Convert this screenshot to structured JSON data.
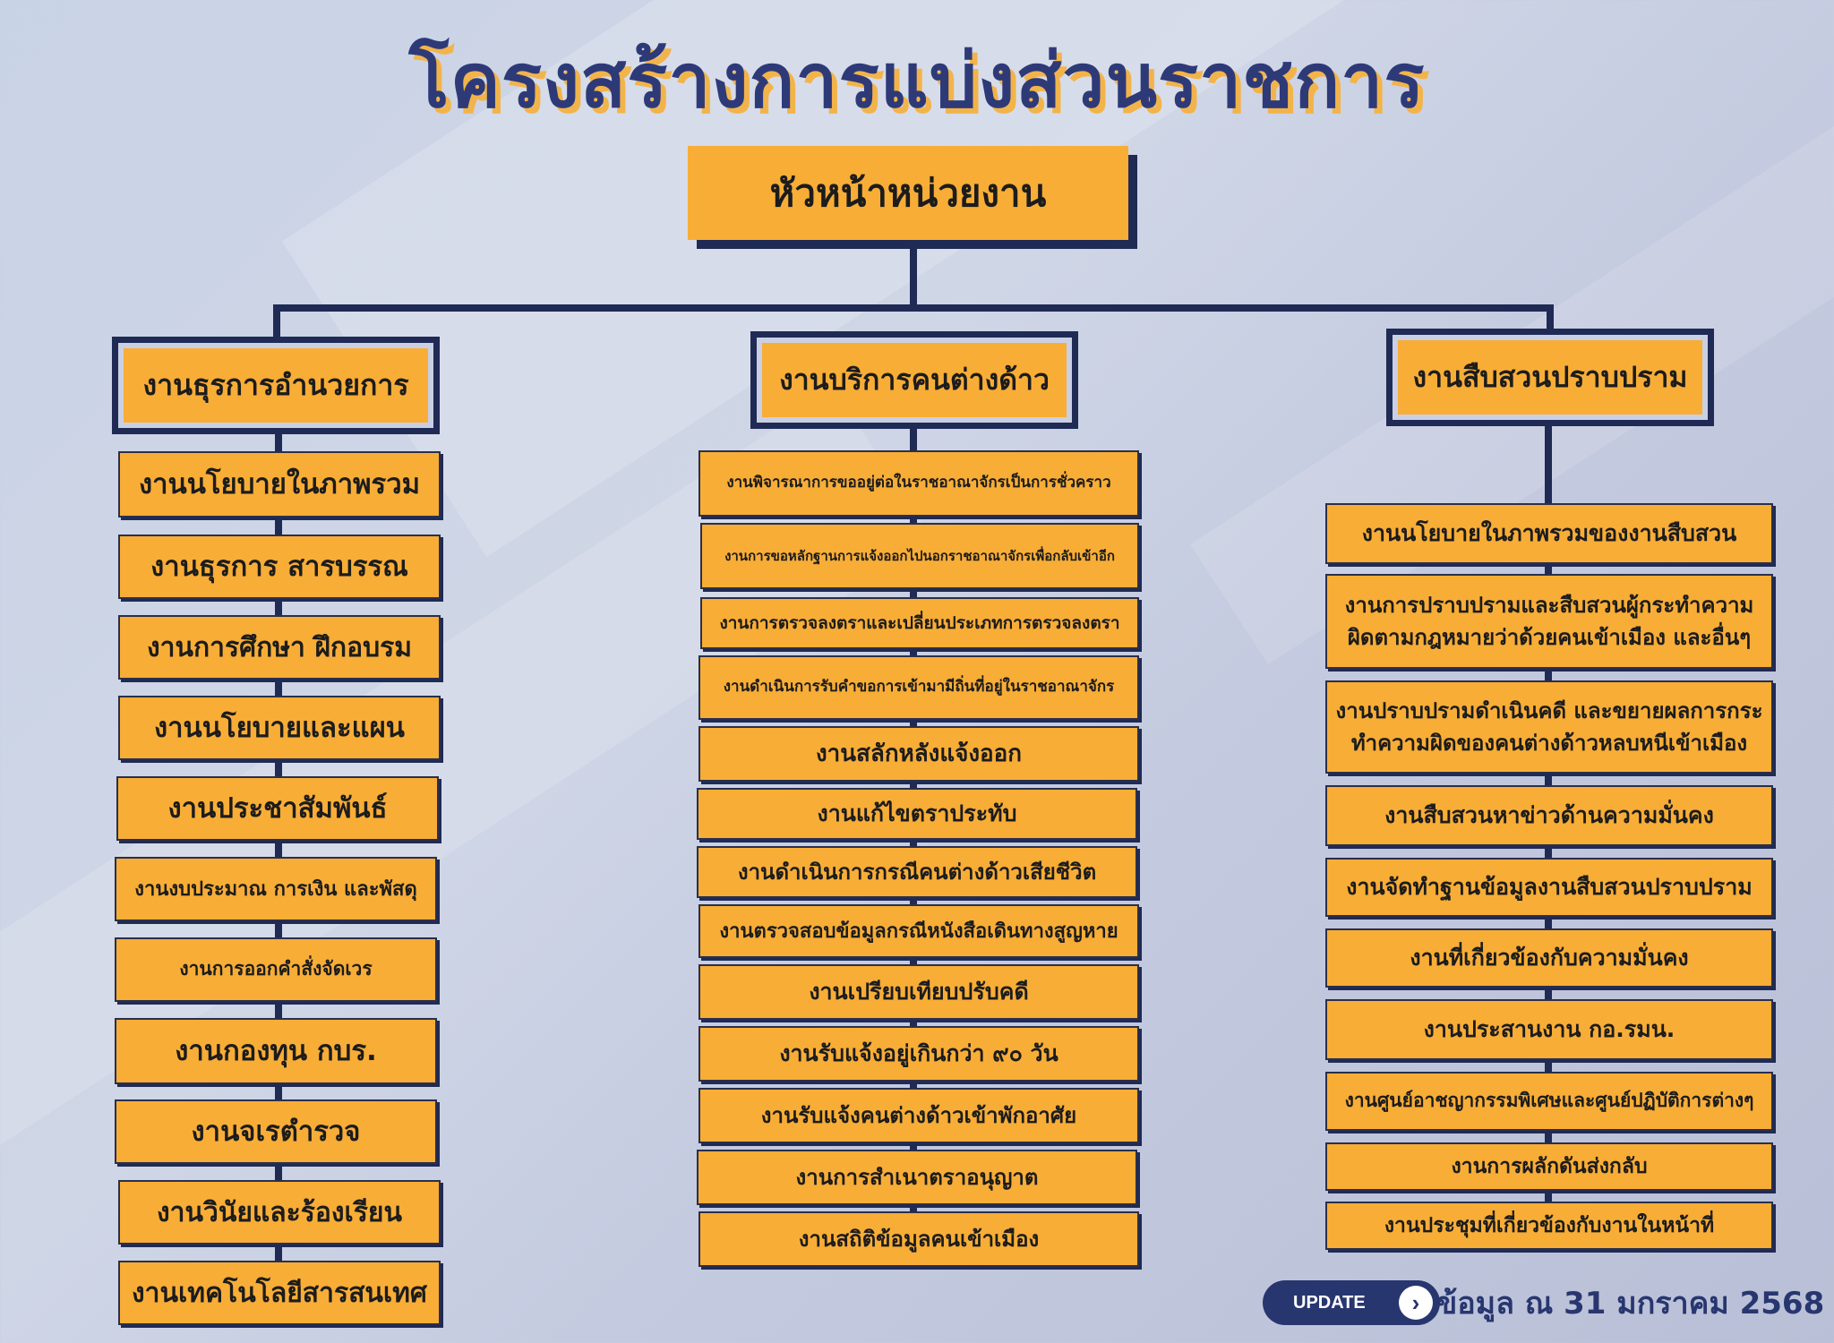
{
  "title": "โครงสร้างการแบ่งส่วนราชการ",
  "head": "หัวหน้าหน่วยงาน",
  "columns": [
    {
      "heading": "งานธุรการอำนวยการ",
      "items": [
        "งานนโยบายในภาพรวม",
        "งานธุรการ สารบรรณ",
        "งานการศึกษา ฝึกอบรม",
        "งานนโยบายและแผน",
        "งานประชาสัมพันธ์",
        "งานงบประมาณ การเงิน และพัสดุ",
        "งานการออกคำสั่งจัดเวร",
        "งานกองทุน กบร.",
        "งานจเรตำรวจ",
        "งานวินัยและร้องเรียน",
        "งานเทคโนโลยีสารสนเทศ"
      ]
    },
    {
      "heading": "งานบริการคนต่างด้าว",
      "items": [
        "งานพิจารณาการขออยู่ต่อในราชอาณาจักรเป็นการชั่วคราว",
        "งานการขอหลักฐานการแจ้งออกไปนอกราชอาณาจักรเพื่อกลับเข้าอีก",
        "งานการตรวจลงตราและเปลี่ยนประเภทการตรวจลงตรา",
        "งานดำเนินการรับคำขอการเข้ามามีถิ่นที่อยู่ในราชอาณาจักร",
        "งานสลักหลังแจ้งออก",
        "งานแก้ไขตราประทับ",
        "งานดำเนินการกรณีคนต่างด้าวเสียชีวิต",
        "งานตรวจสอบข้อมูลกรณีหนังสือเดินทางสูญหาย",
        "งานเปรียบเทียบปรับคดี",
        "งานรับแจ้งอยู่เกินกว่า ๙๐ วัน",
        "งานรับแจ้งคนต่างด้าวเข้าพักอาศัย",
        "งานการสำเนาตราอนุญาต",
        "งานสถิติข้อมูลคนเข้าเมือง"
      ]
    },
    {
      "heading": "งานสืบสวนปราบปราม",
      "items": [
        "งานนโยบายในภาพรวมของงานสืบสวน",
        "งานการปราบปรามและสืบสวนผู้กระทำความผิดตามกฎหมายว่าด้วยคนเข้าเมือง และอื่นๆ",
        "งานปราบปรามดำเนินคดี และขยายผลการกระทำความผิดของคนต่างด้าวหลบหนีเข้าเมือง",
        "งานสืบสวนหาข่าวด้านความมั่นคง",
        "งานจัดทำฐานข้อมูลงานสืบสวนปราบปราม",
        "งานที่เกี่ยวข้องกับความมั่นคง",
        "งานประสานงาน กอ.รมน.",
        "งานศูนย์อาชญากรรมพิเศษและศูนย์ปฏิบัติการต่างๆ",
        "งานการผลักดันส่งกลับ",
        "งานประชุมที่เกี่ยวข้องกับงานในหน้าที่"
      ]
    }
  ],
  "footer": {
    "update_label": "UPDATE",
    "arrow_icon": "chevron-right-icon",
    "date_text": "ข้อมูล ณ 31 มกราคม 2568"
  }
}
